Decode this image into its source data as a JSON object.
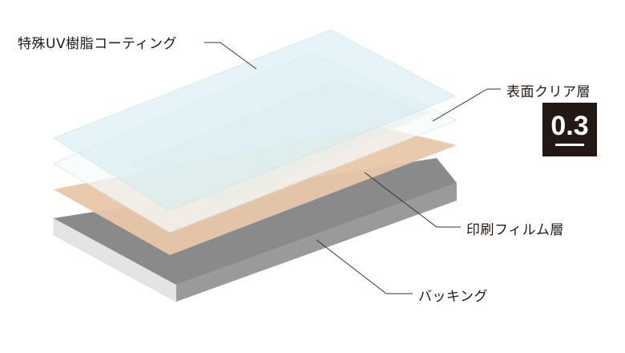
{
  "labels": {
    "uv_coating": "特殊UV樹脂コーティング",
    "clear_layer": "表面クリア層",
    "clear_thickness": "0.3",
    "print_film": "印刷フィルム層",
    "backing": "バッキング"
  },
  "colors": {
    "backing_top": "#8c8c8c",
    "backing_front": "#9a9a9a",
    "backing_side": "#e4e4e4",
    "print_film": "#e8c7a8",
    "clear_layer": "#f4fafa",
    "uv_coating": "#d8eff2",
    "badge": "#231815"
  }
}
